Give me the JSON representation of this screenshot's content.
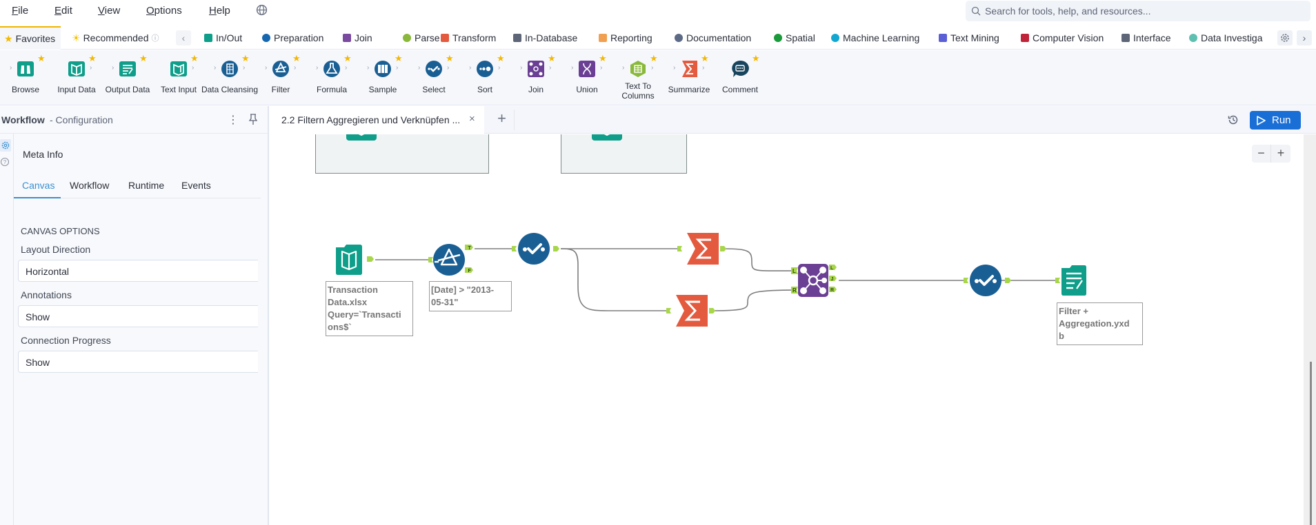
{
  "menu": {
    "items": [
      {
        "label": "File",
        "accel": "F",
        "rest": "ile"
      },
      {
        "label": "Edit",
        "accel": "E",
        "rest": "dit"
      },
      {
        "label": "View",
        "accel": "V",
        "rest": "iew"
      },
      {
        "label": "Options",
        "accel": "O",
        "rest": "ptions"
      },
      {
        "label": "Help",
        "accel": "H",
        "rest": "elp"
      }
    ],
    "globe_icon": "globe-icon"
  },
  "search": {
    "placeholder": "Search for tools, help, and resources..."
  },
  "categories": {
    "favorites": "Favorites",
    "recommended": "Recommended",
    "items": [
      {
        "label": "In/Out",
        "color": "#0e9e8a"
      },
      {
        "label": "Preparation",
        "color": "#1667b0"
      },
      {
        "label": "Join",
        "color": "#7a4aa0"
      },
      {
        "label": "Parse",
        "color": "#8ab83a"
      },
      {
        "label": "Transform",
        "color": "#e35a3f"
      },
      {
        "label": "In-Database",
        "color": "#5d6576"
      },
      {
        "label": "Reporting",
        "color": "#f0a050"
      },
      {
        "label": "Documentation",
        "color": "#5d6a86"
      },
      {
        "label": "Spatial",
        "color": "#1a9a3a"
      },
      {
        "label": "Machine Learning",
        "color": "#12a7d0"
      },
      {
        "label": "Text Mining",
        "color": "#5b5fd6"
      },
      {
        "label": "Computer Vision",
        "color": "#c0243a"
      },
      {
        "label": "Interface",
        "color": "#5d6576"
      },
      {
        "label": "Data Investiga",
        "color": "#5fbfb0"
      }
    ]
  },
  "palette": {
    "tools": [
      {
        "label": "Browse",
        "icon": "binoculars-icon"
      },
      {
        "label": "Input Data",
        "icon": "book-icon"
      },
      {
        "label": "Output Data",
        "icon": "output-doc-icon"
      },
      {
        "label": "Text Input",
        "icon": "text-input-icon"
      },
      {
        "label": "Data Cleansing",
        "icon": "cleansing-icon"
      },
      {
        "label": "Filter",
        "icon": "filter-prism-icon"
      },
      {
        "label": "Formula",
        "icon": "flask-icon"
      },
      {
        "label": "Sample",
        "icon": "sample-icon"
      },
      {
        "label": "Select",
        "icon": "select-check-icon"
      },
      {
        "label": "Sort",
        "icon": "sort-dots-icon"
      },
      {
        "label": "Join",
        "icon": "join-network-icon"
      },
      {
        "label": "Union",
        "icon": "union-dna-icon"
      },
      {
        "label": "Text To Columns",
        "icon": "text-to-columns-icon"
      },
      {
        "label": "Summarize",
        "icon": "sigma-icon"
      },
      {
        "label": "Comment",
        "icon": "comment-bubble-icon"
      }
    ]
  },
  "config_panel": {
    "title": "Workflow",
    "subtitle": "- Configuration",
    "meta_info": "Meta Info",
    "tabs": [
      "Canvas",
      "Workflow",
      "Runtime",
      "Events"
    ],
    "active_tab": "Canvas",
    "section": "CANVAS OPTIONS",
    "fields": [
      {
        "label": "Layout Direction",
        "value": "Horizontal"
      },
      {
        "label": "Annotations",
        "value": "Show"
      },
      {
        "label": "Connection Progress",
        "value": "Show"
      }
    ]
  },
  "document": {
    "tab_label": "2.2 Filtern Aggregieren und Verknüpfen ...",
    "close": "×",
    "add": "+",
    "run_label": "Run"
  },
  "canvas": {
    "zoom_out": "−",
    "zoom_in": "+",
    "nodes": [
      {
        "type": "Input Data",
        "annotation": [
          "Transaction",
          "Data.xlsx",
          "Query=`Transacti",
          "ons$`"
        ]
      },
      {
        "type": "Filter",
        "annotation": [
          "[Date] > \"2013-",
          "05-31\""
        ],
        "outputs": [
          "T",
          "F"
        ]
      },
      {
        "type": "Select"
      },
      {
        "type": "Summarize"
      },
      {
        "type": "Summarize"
      },
      {
        "type": "Join",
        "inputs": [
          "L",
          "R"
        ],
        "outputs": [
          "L",
          "J",
          "R"
        ]
      },
      {
        "type": "Select"
      },
      {
        "type": "Output Data",
        "annotation": [
          "Filter +",
          "Aggregation.yxd",
          "b"
        ]
      }
    ]
  }
}
